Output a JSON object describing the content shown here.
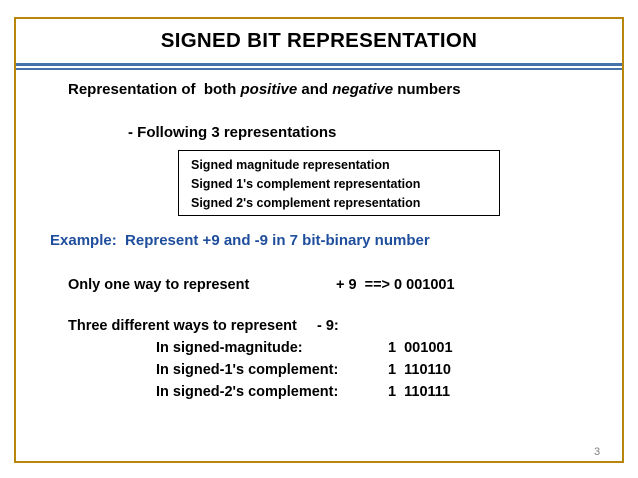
{
  "slide": {
    "title": "SIGNED BIT REPRESENTATION",
    "intro": {
      "prefix": "Representation of  both ",
      "word1": "positive",
      "middle": " and ",
      "word2": "negative",
      "suffix": " numbers"
    },
    "following": "- Following 3 representations",
    "representations_box": [
      "Signed magnitude representation",
      "Signed 1's complement representation",
      "Signed 2's complement representation"
    ],
    "example_heading": "Example:  Represent +9 and -9 in 7 bit-binary number",
    "one_way_label": "Only one way to represent",
    "one_way_value": "+ 9  ==> 0 001001",
    "three_ways_label": "Three different ways to represent     - 9:",
    "rows": [
      {
        "label": "In signed-magnitude:",
        "value": "1  001001"
      },
      {
        "label": "In signed-1's complement:",
        "value": "1  110110"
      },
      {
        "label": "In signed-2's complement:",
        "value": "1  110111"
      }
    ],
    "page_number": "3",
    "colors": {
      "frame": "#b8860b",
      "rule": "#4472a8",
      "example_text": "#1f4e9c",
      "page_number": "#808080"
    }
  }
}
